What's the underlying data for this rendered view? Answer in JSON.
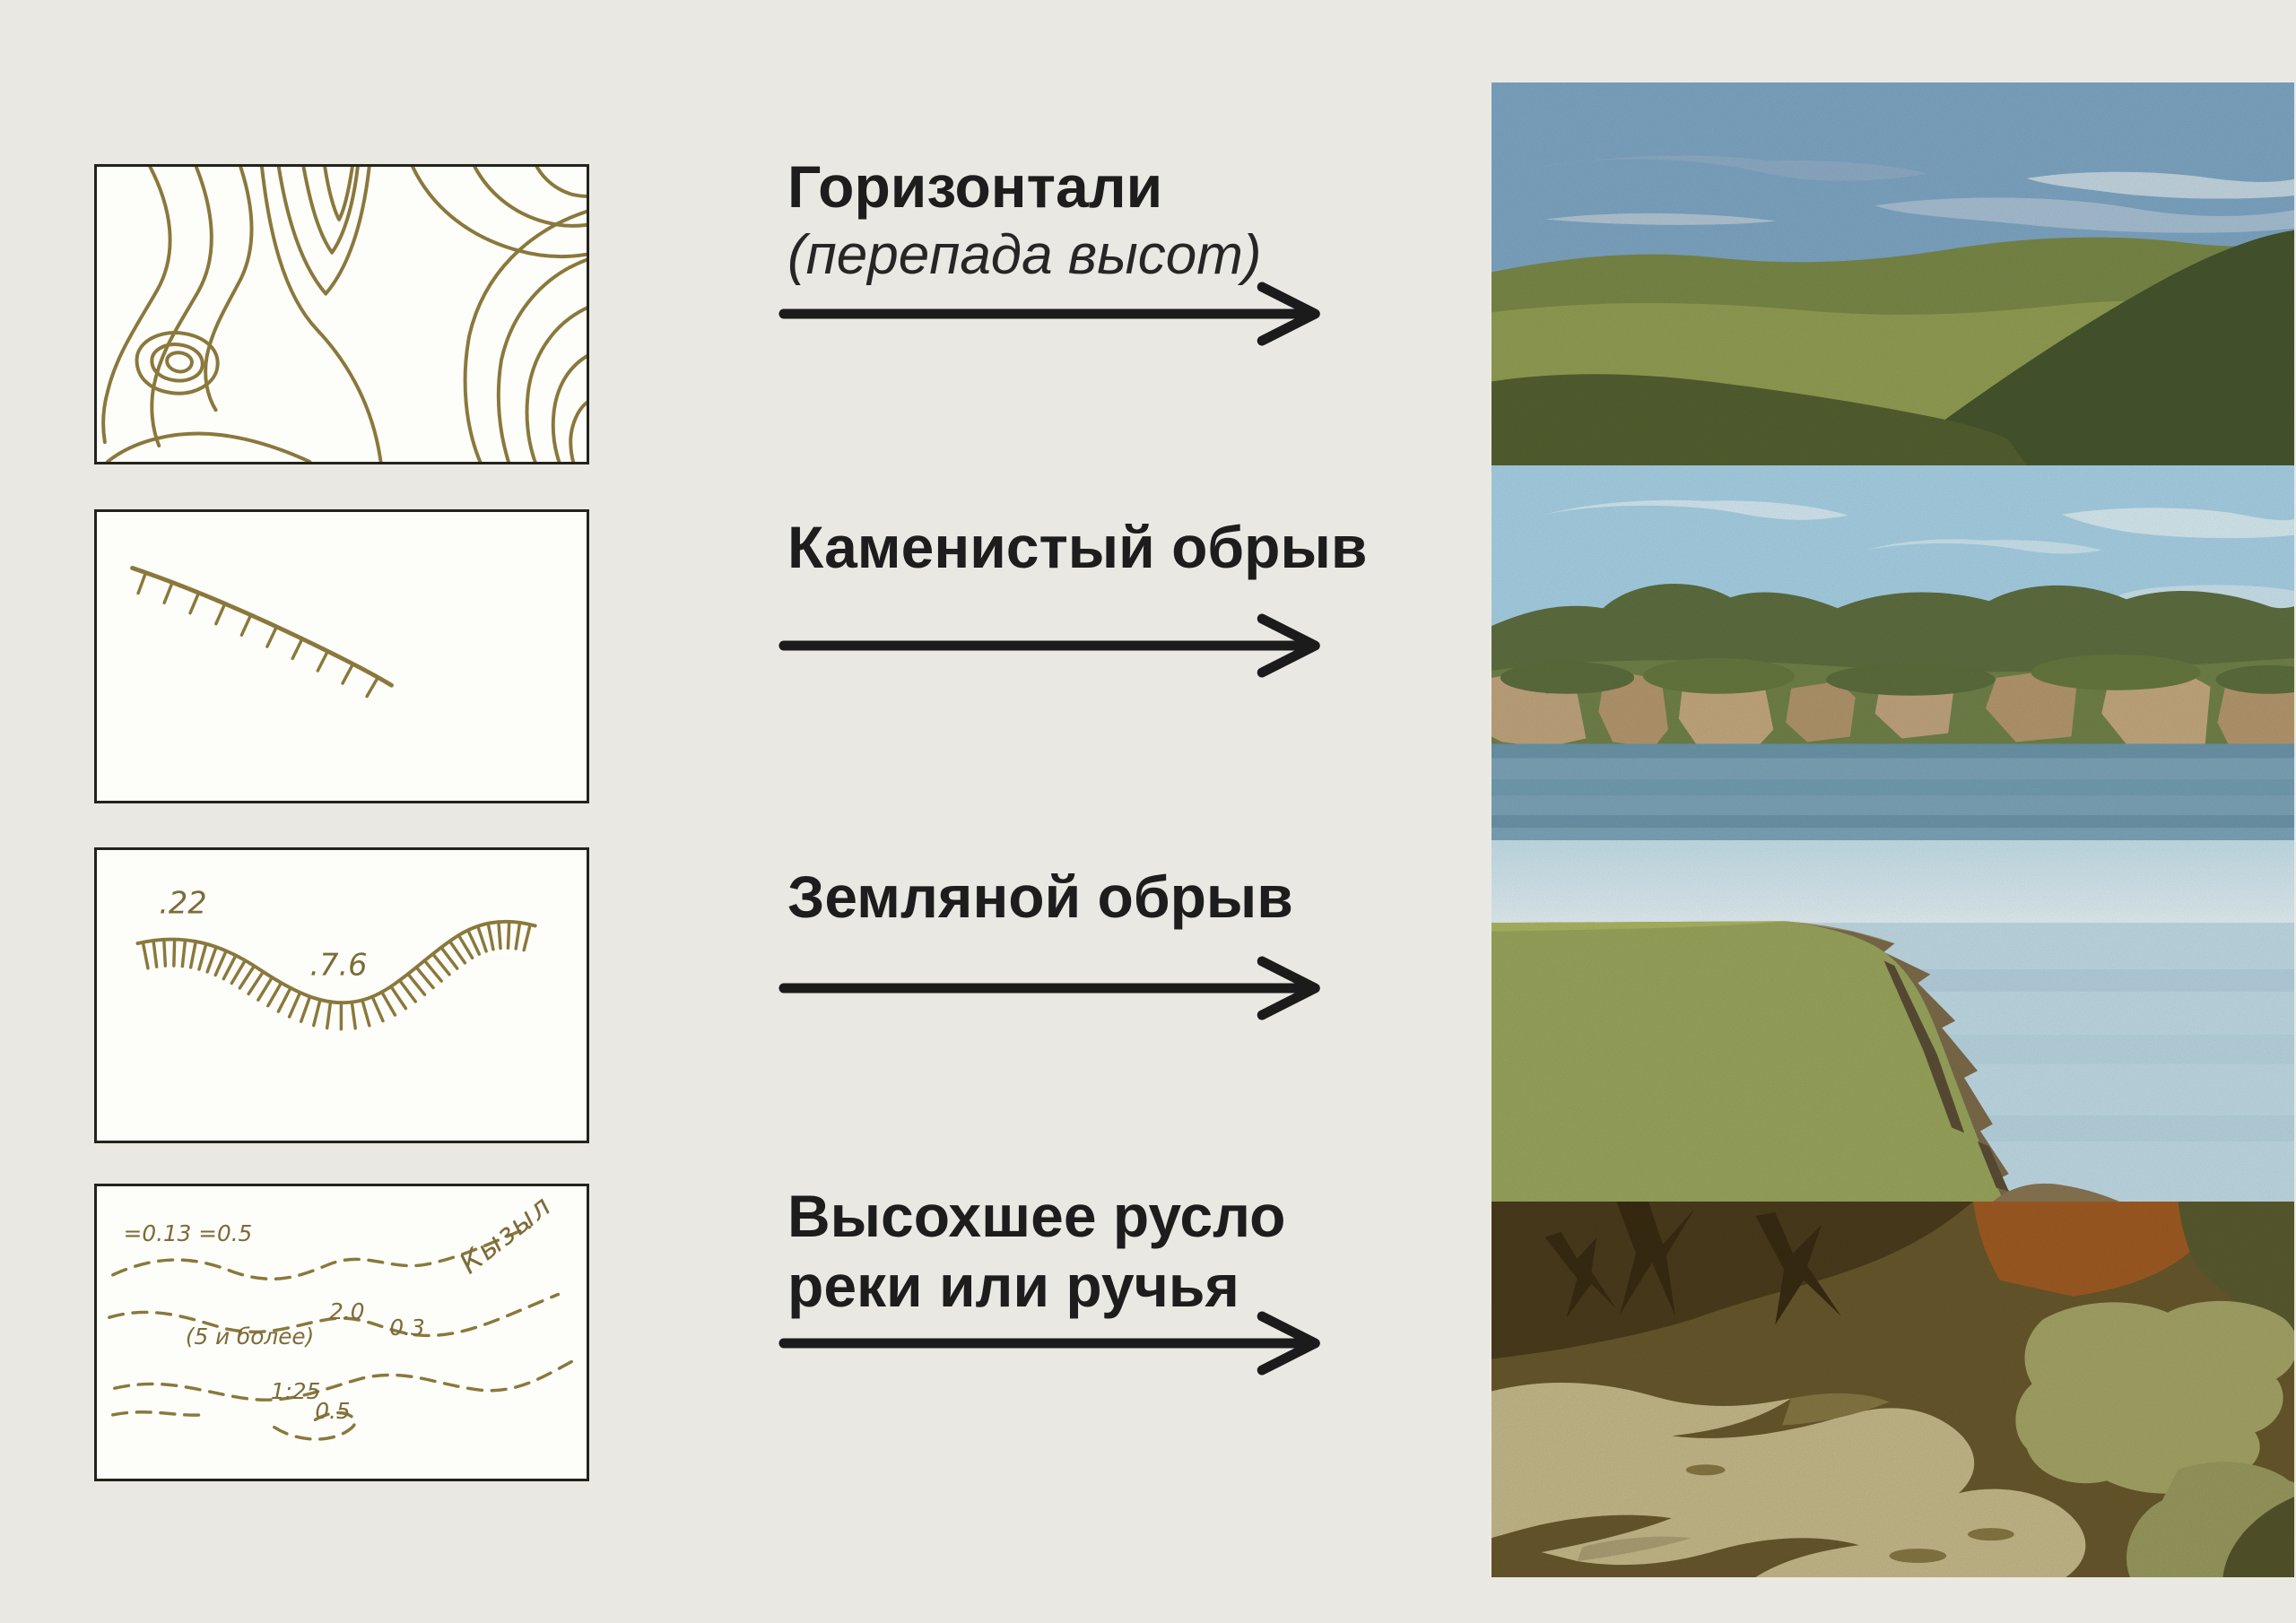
{
  "background": "#eae8e2",
  "accent_ink": "#8a783c",
  "arrow_color": "#1b1b1b",
  "rows": [
    {
      "title": "Горизонтали",
      "subtitle": "(перепада высот)",
      "symbol_icon": "contour-lines-map-symbol",
      "landscape_icon": "rolling-green-hills-illustration"
    },
    {
      "title": "Каменистый обрыв",
      "symbol_icon": "rocky-cliff-map-symbol",
      "landscape_icon": "rocky-cliff-over-river-illustration"
    },
    {
      "title": "Земляной обрыв",
      "symbol_icon": "earth-cliff-map-symbol",
      "landscape_icon": "earth-cliff-over-water-illustration"
    },
    {
      "title": "Высохшее русло",
      "title2": "реки или ручья",
      "symbol_icon": "dry-riverbed-map-symbol",
      "landscape_icon": "dry-riverbed-illustration"
    }
  ],
  "annotations": {
    "earth_cliff": {
      "spot_left": ".22",
      "spot_mid": ".7.6"
    },
    "dry_riverbed": {
      "widths": "=0.13 =0.5",
      "depth_note": "(5 и более)",
      "v20": "2.0",
      "v03": "0.3",
      "ratio": "1:25",
      "v05": "0.5",
      "river_name": "Кызыл"
    }
  }
}
